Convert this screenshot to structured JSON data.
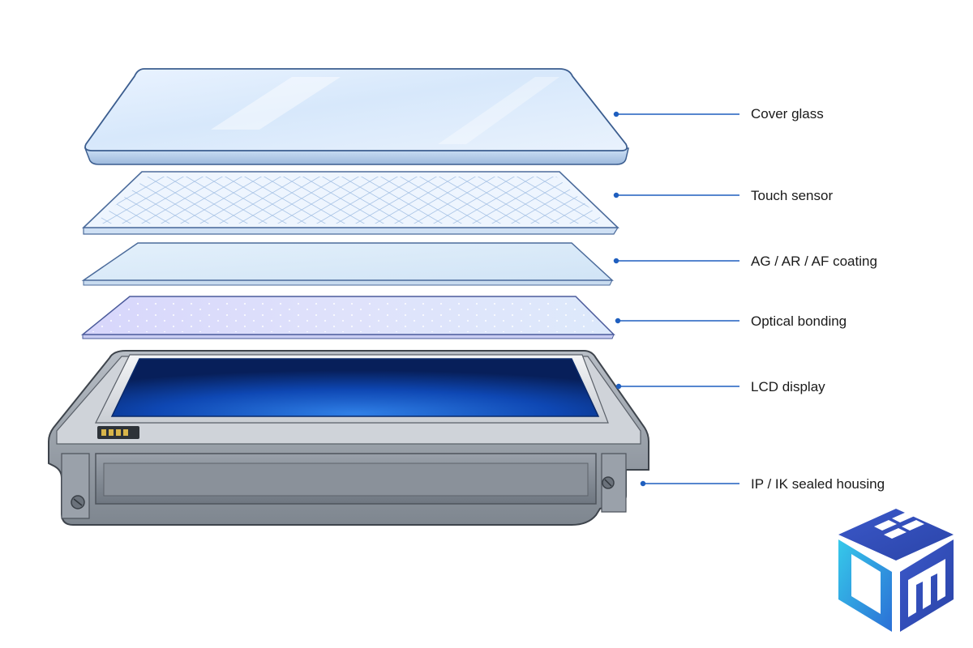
{
  "layers": [
    {
      "id": "cover-glass",
      "label": "Cover glass"
    },
    {
      "id": "touch-sensor",
      "label": "Touch sensor"
    },
    {
      "id": "coating",
      "label": "AG / AR / AF coating"
    },
    {
      "id": "optical-bonding",
      "label": "Optical bonding"
    },
    {
      "id": "lcd-display",
      "label": "LCD display"
    },
    {
      "id": "housing",
      "label": "IP / IK sealed housing"
    }
  ],
  "colors": {
    "leader_line": "#1f5fbf",
    "glass_edge": "#3b5d8f",
    "lcd_screen": "#0d3f9a",
    "housing": "#8b929c",
    "logo_blue": "#2f4fbf",
    "logo_cyan": "#2fc3e6"
  },
  "logo": {
    "icon": "cube-window-logo-icon"
  }
}
